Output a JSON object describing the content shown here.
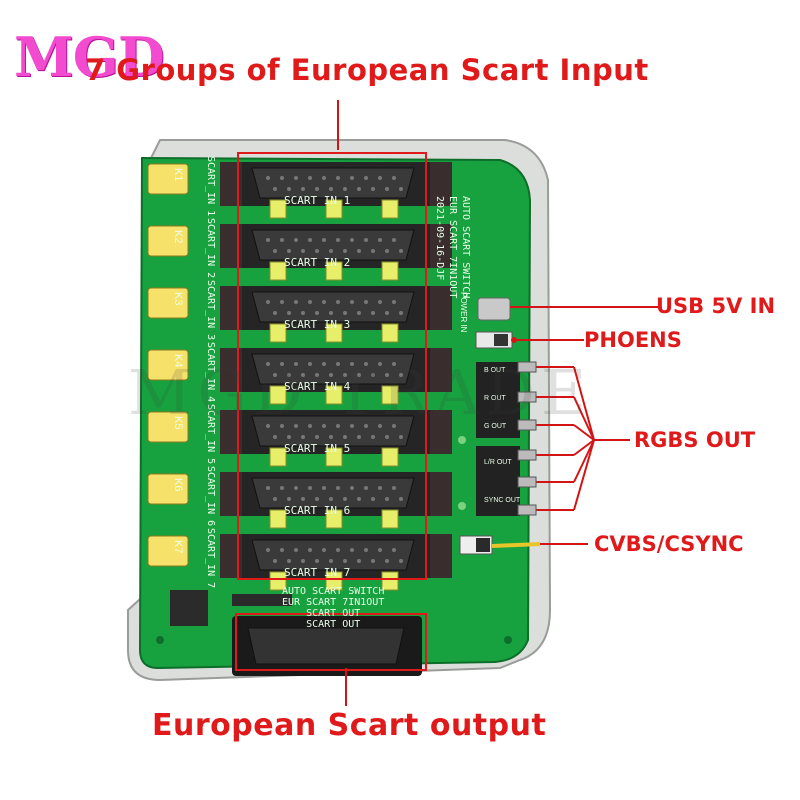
{
  "logo": {
    "text": "MGD",
    "color": "#f24bd0"
  },
  "callouts": {
    "scart_input": "7 Groups of European Scart Input",
    "usb": "USB 5V IN",
    "phoens": "PHOENS",
    "rgbs": "RGBS OUT",
    "cvbs": "CVBS/CSYNC",
    "scart_output": "European Scart output"
  },
  "watermark": "MGD TRADE",
  "board": {
    "keys": [
      "K1",
      "K2",
      "K3",
      "K4",
      "K5",
      "K6",
      "K7"
    ],
    "input_side_labels": [
      "SCART_IN 1",
      "SCART_IN 2",
      "SCART_IN 3",
      "SCART_IN 4",
      "SCART_IN 5",
      "SCART_IN 6",
      "SCART_IN 7"
    ],
    "connector_labels": [
      "SCART IN 1",
      "SCART IN 2",
      "SCART IN 3",
      "SCART IN 4",
      "SCART IN 5",
      "SCART IN 6",
      "SCART IN 7"
    ],
    "silk_right": [
      "AUTO SCART SWITCH",
      "EUR SCART 7IN1OUT",
      "2021-09-16-DJF"
    ],
    "power_label": "POWER IN",
    "output_silk": [
      "AUTO SCART SWITCH",
      "EUR SCART 7IN1OUT",
      "SCART OUT",
      "SCART OUT"
    ],
    "rca_labels": [
      "B OUT",
      "R OUT",
      "G OUT",
      "L/R OUT",
      "SYNC OUT"
    ]
  },
  "colors": {
    "pcb": "#17a23f",
    "pcb_dark": "#0d6e2a",
    "acrylic": "#d6d8d6",
    "connector": "#2a2a2a",
    "key": "#f6e26a",
    "callout": "#e01a1a"
  }
}
